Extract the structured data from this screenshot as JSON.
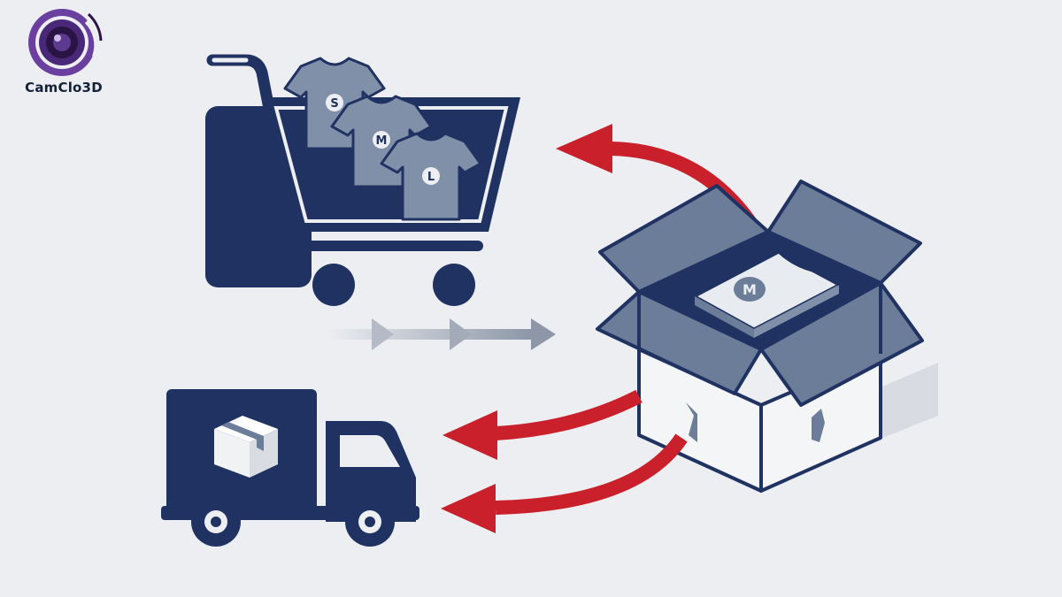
{
  "brand": {
    "name": "CamClo3D",
    "logo_icon": "camera-lens-logo",
    "ring_color": "#6b3fa0",
    "lens_color": "#3b1f5e"
  },
  "cart": {
    "icon": "shopping-cart-icon",
    "shirt_sizes": [
      "S",
      "M",
      "L"
    ]
  },
  "package": {
    "icon": "open-box-icon",
    "shirt_size": "M"
  },
  "truck": {
    "icon": "delivery-truck-icon",
    "cargo_icon": "parcel-icon"
  },
  "colors": {
    "navy": "#1f3262",
    "slate": "#6c7d99",
    "shirt": "#8190a9",
    "arrow_red": "#c9202b",
    "arrow_gray": "#9aa3b2"
  }
}
